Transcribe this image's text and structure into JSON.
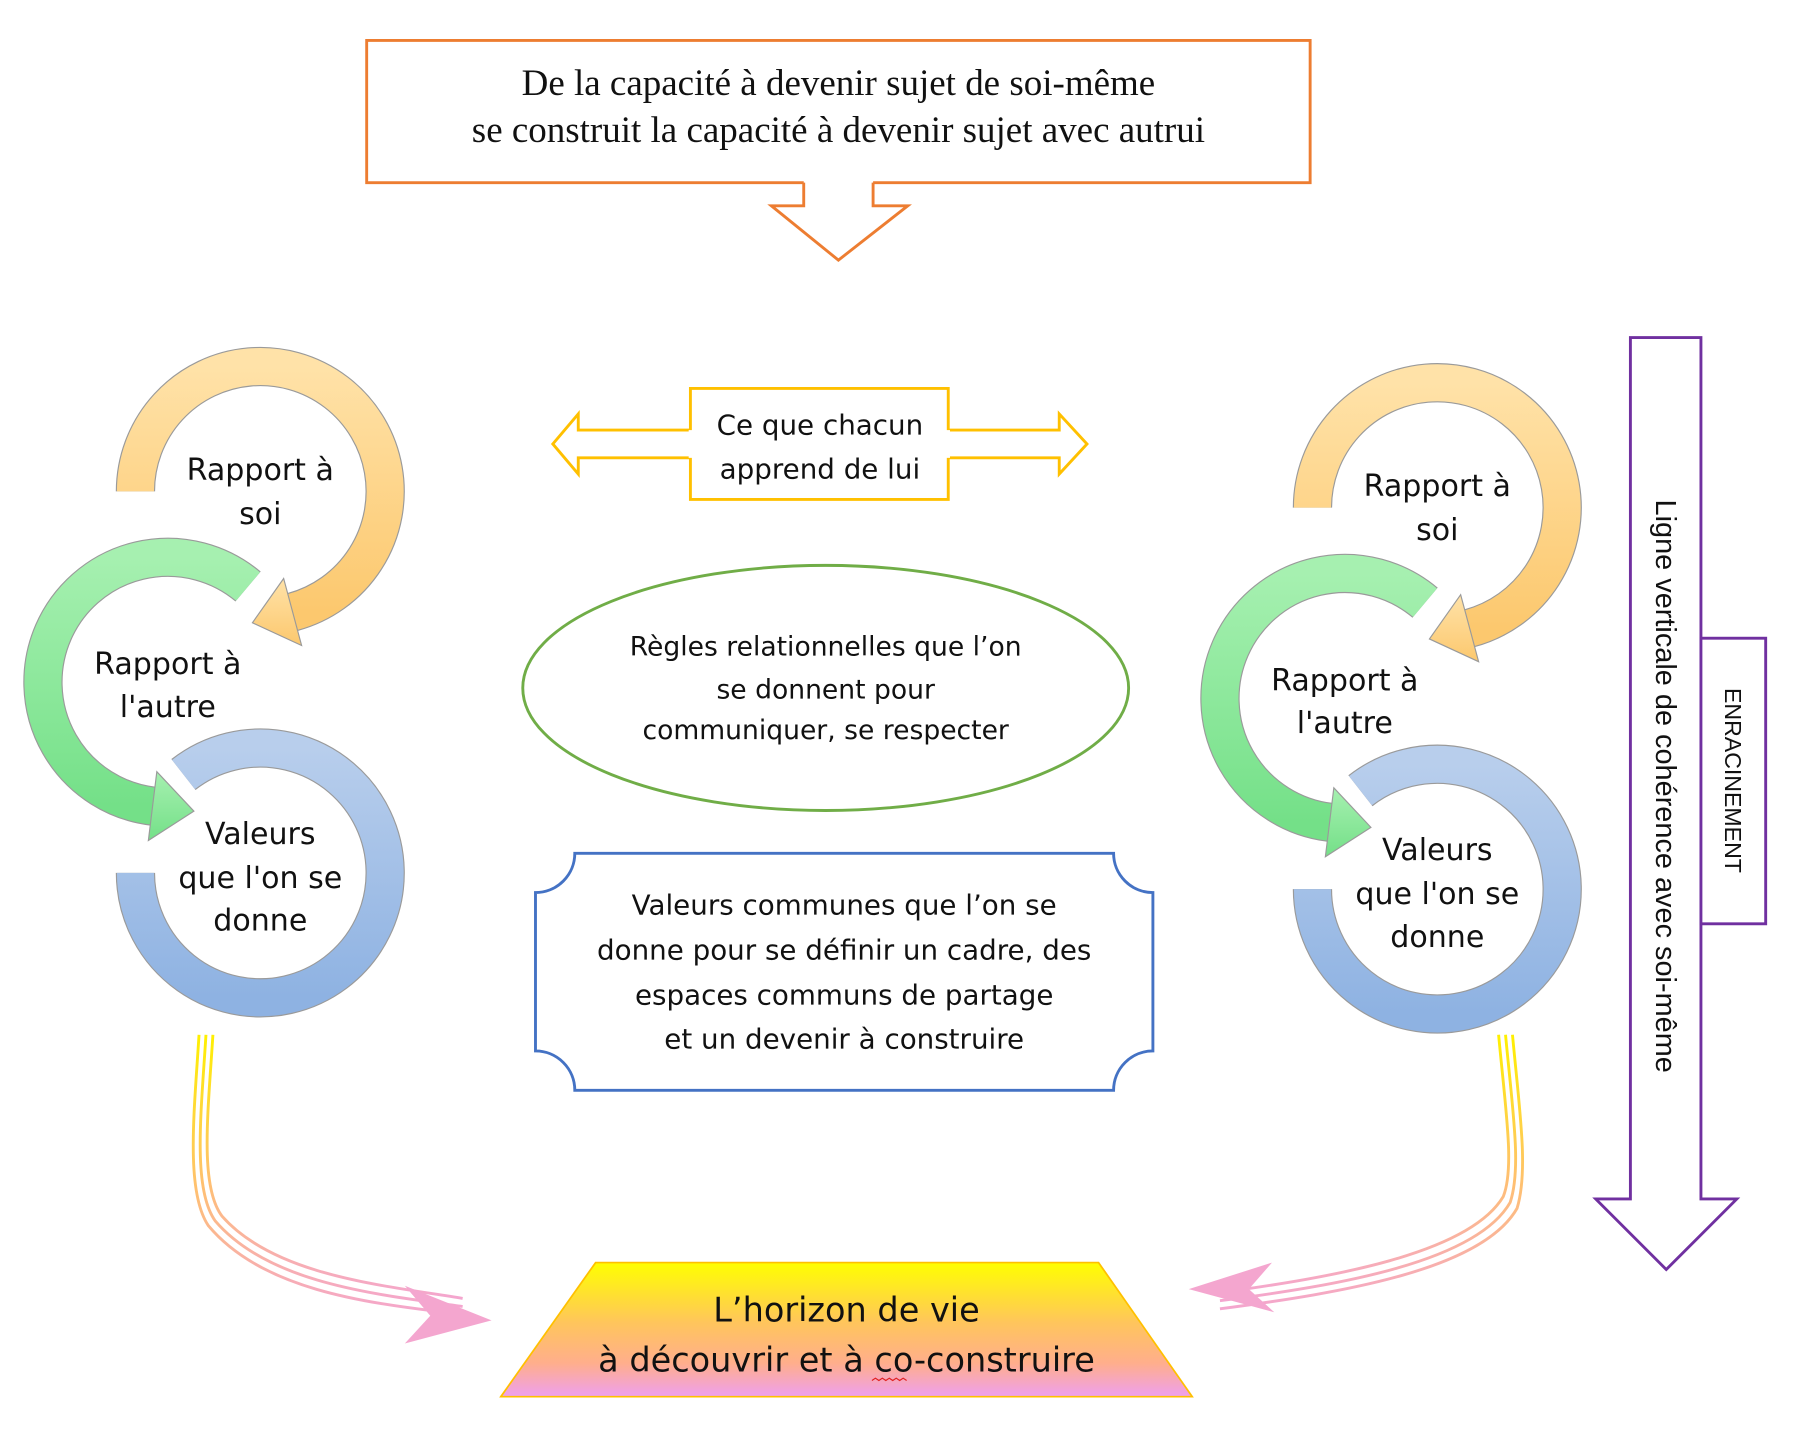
{
  "top_box": {
    "lines": [
      "De la capacité à devenir sujet de soi-même",
      "se construit la capacité à devenir sujet avec autrui"
    ]
  },
  "cycle_left": {
    "self": [
      "Rapport à",
      "soi"
    ],
    "other": [
      "Rapport à",
      "l'autre"
    ],
    "values": [
      "Valeurs",
      "que l'on se",
      "donne"
    ]
  },
  "cycle_right": {
    "self": [
      "Rapport à",
      "soi"
    ],
    "other": [
      "Rapport à",
      "l'autre"
    ],
    "values": [
      "Valeurs",
      "que l'on se",
      "donne"
    ]
  },
  "learn_box": {
    "lines": [
      "Ce que chacun",
      "apprend de lui"
    ]
  },
  "rules_ellipse": {
    "lines": [
      "Règles relationnelles que l’on",
      "se donnent pour",
      "communiquer, se respecter"
    ]
  },
  "values_plaque": {
    "lines": [
      "Valeurs communes que l’on se",
      "donne pour se définir un cadre, des",
      "espaces communs de partage",
      "et un devenir à construire"
    ]
  },
  "vertical_arrow": {
    "label": "Ligne verticale de cohérence avec soi-même",
    "tag": "ENRACINEMENT"
  },
  "horizon": {
    "lines": [
      "L’horizon de vie",
      "à découvrir et à co-construire"
    ]
  },
  "colors": {
    "orange": "#ED7D31",
    "gold": "#FFC000",
    "green": "#70AD47",
    "blue": "#4472C4",
    "purple": "#7030A0",
    "pink": "#F4A6CF"
  }
}
